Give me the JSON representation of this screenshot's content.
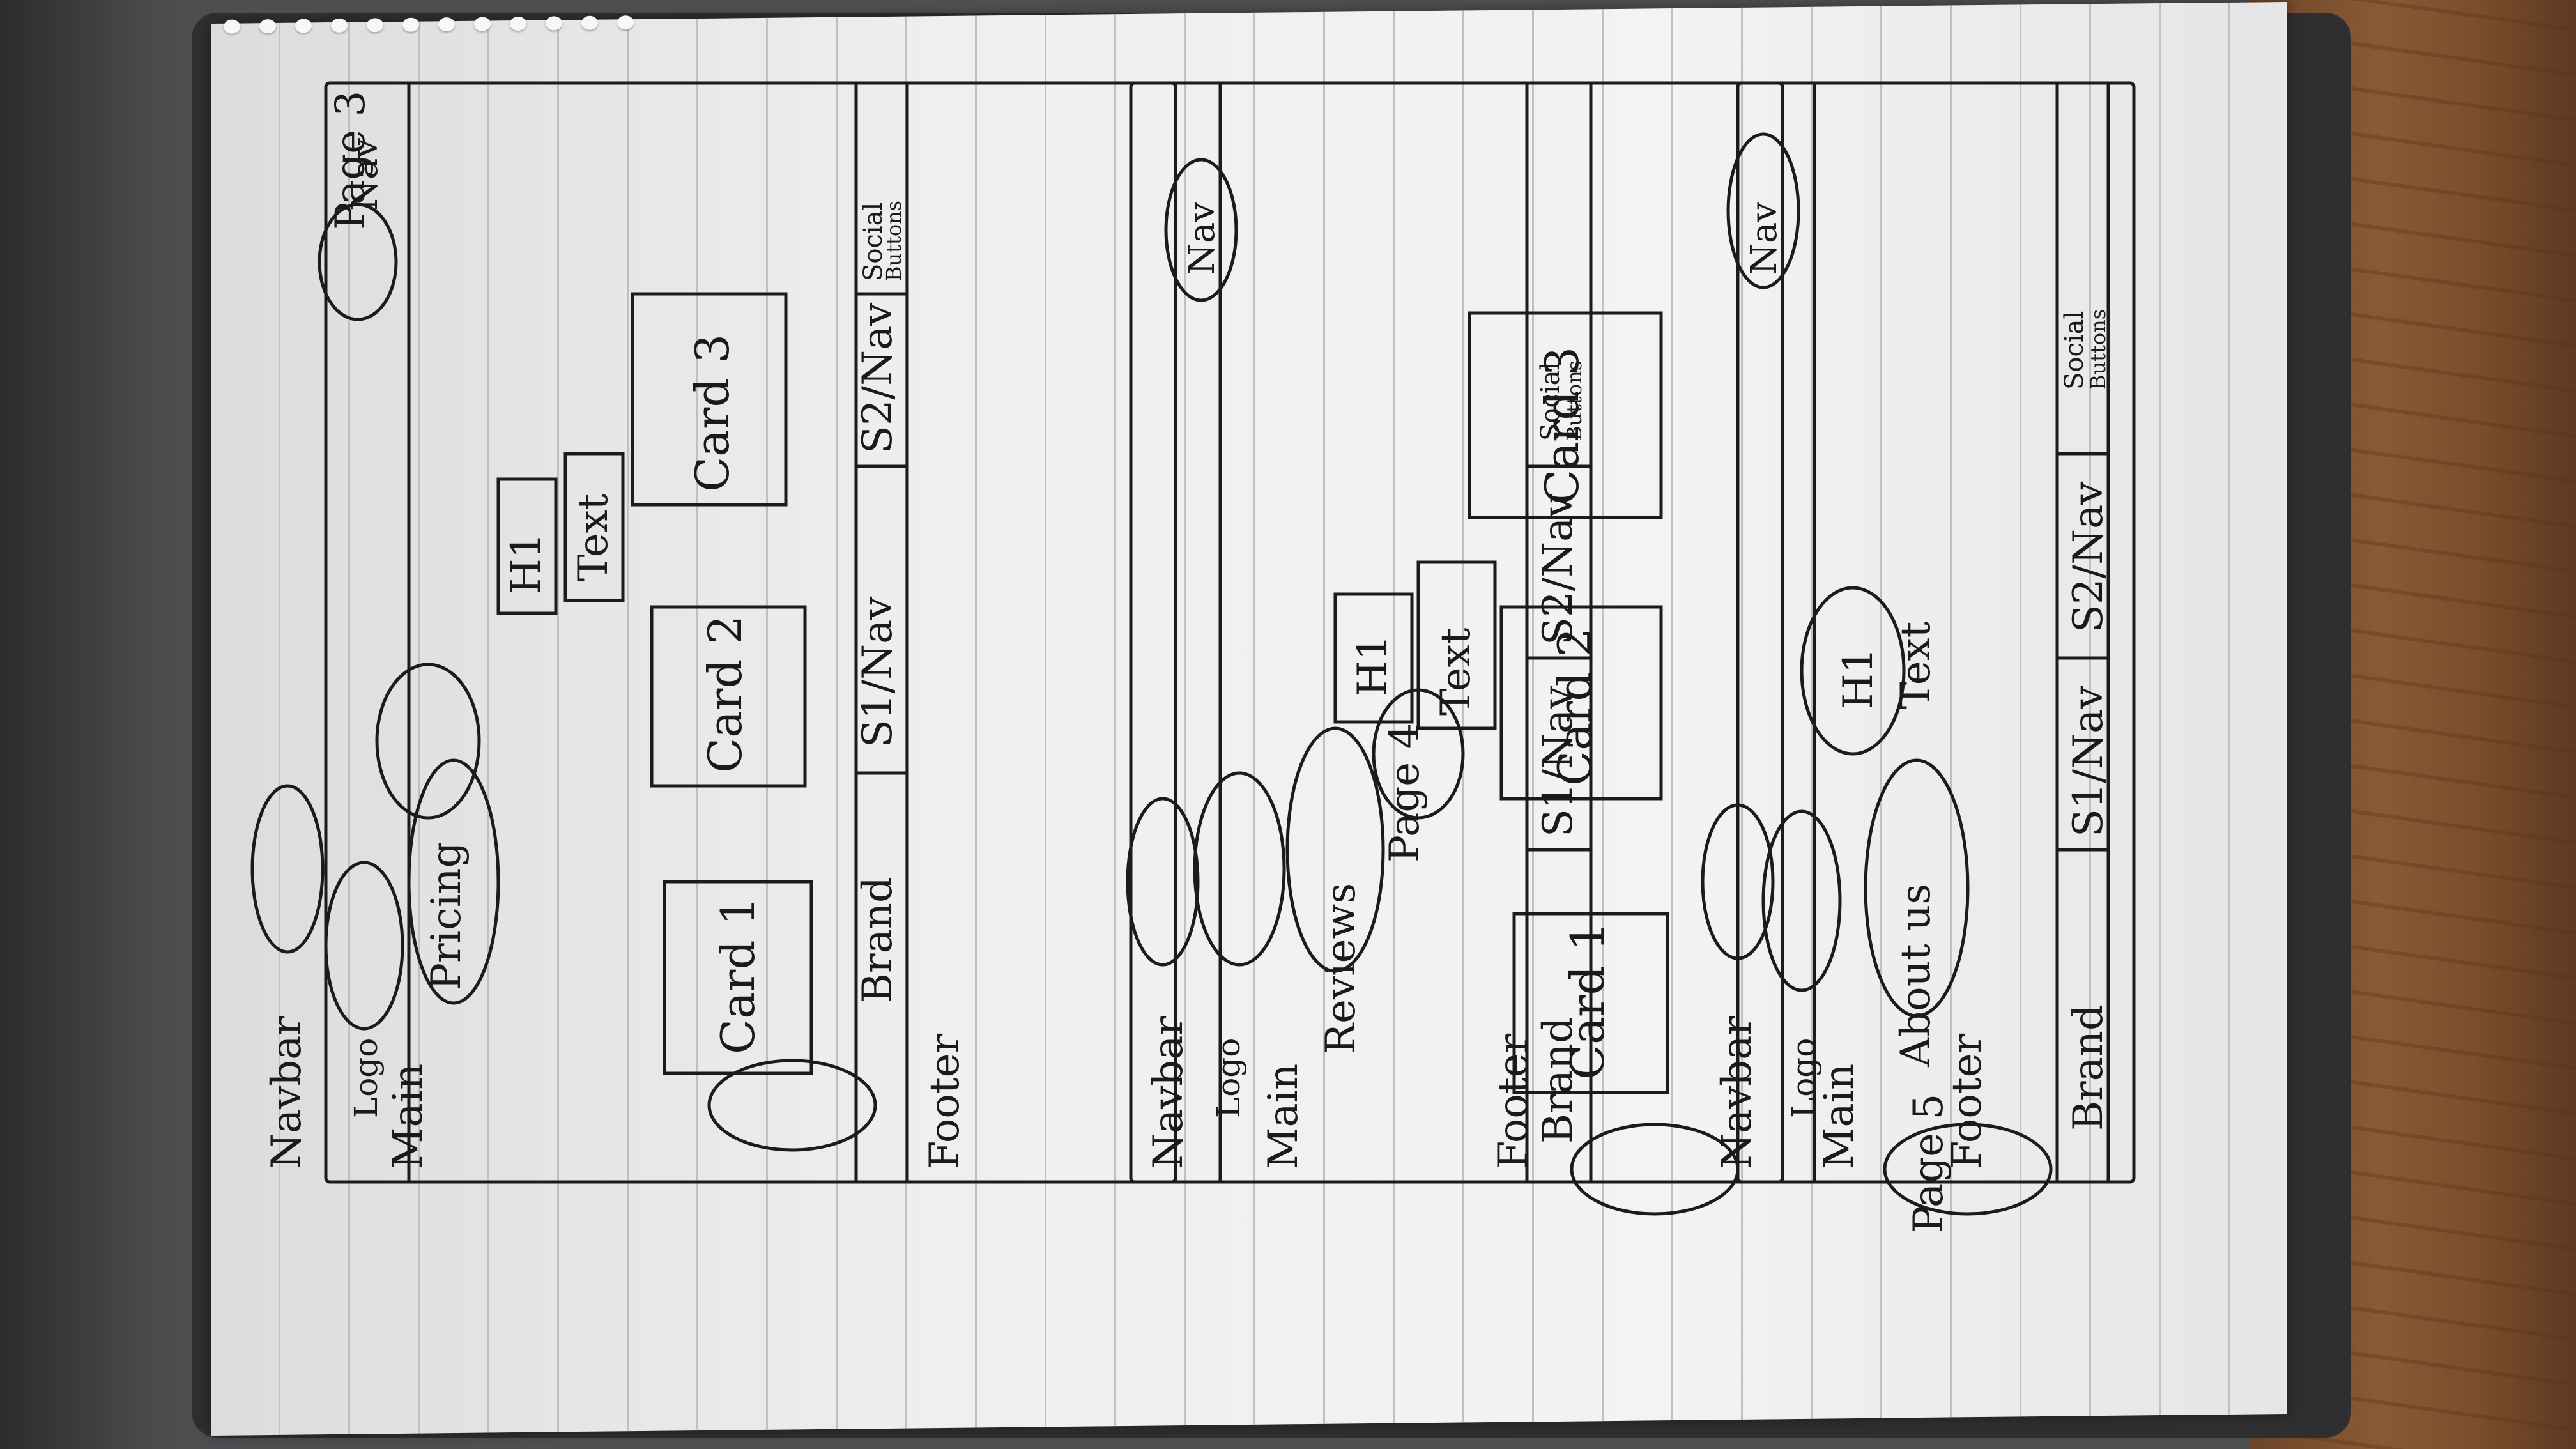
{
  "pages": [
    {
      "title": "Page 3",
      "sections": {
        "navbar": "Navbar",
        "main": "Main",
        "footer": "Footer"
      },
      "nav": {
        "logo": "Logo",
        "nav": "Nav"
      },
      "main": {
        "heading": "Pricing",
        "h1": "H1",
        "text": "Text",
        "cards": [
          "Card 1",
          "Card 2",
          "Card 3"
        ]
      },
      "footer": {
        "brand": "Brand",
        "s1": "S1/Nav",
        "s2": "S2/Nav",
        "social": "Social",
        "buttons": "Buttons"
      }
    },
    {
      "title": "Page 4",
      "sections": {
        "navbar": "Navbar",
        "main": "Main",
        "footer": "Footer"
      },
      "nav": {
        "logo": "Logo",
        "nav": "Nav"
      },
      "main": {
        "heading": "Reviews",
        "h1": "H1",
        "text": "Text",
        "cards": [
          "Card 1",
          "Card 2",
          "Card 3"
        ]
      },
      "footer": {
        "brand": "Brand",
        "s1": "S1/Nav",
        "s2": "S2/Nav",
        "social": "Social",
        "buttons": "Buttons"
      }
    },
    {
      "title": "Page 5",
      "sections": {
        "navbar": "Navbar",
        "main": "Main",
        "footer": "Footer"
      },
      "nav": {
        "logo": "Logo",
        "nav": "Nav"
      },
      "main": {
        "heading": "About us",
        "h1": "H1",
        "text": "Text"
      },
      "footer": {
        "brand": "Brand",
        "s1": "S1/Nav",
        "s2": "S2/Nav",
        "social": "Social",
        "buttons": "Buttons"
      }
    }
  ]
}
